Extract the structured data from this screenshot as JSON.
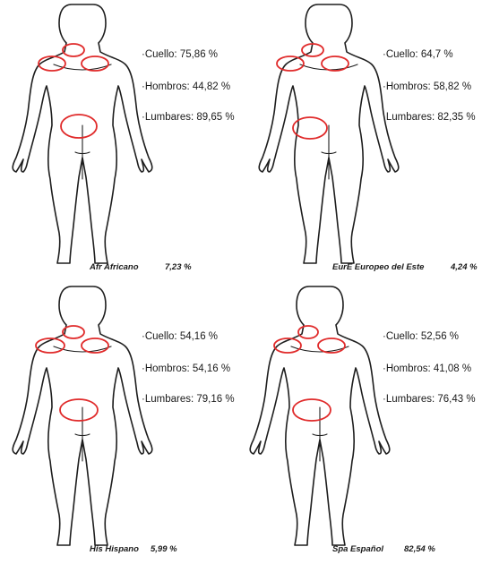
{
  "colors": {
    "zone_stroke": "#e02a2a",
    "figure_stroke": "#1e1e1e"
  },
  "panels": [
    {
      "stats": [
        "·Cuello: 75,86 %",
        "·Hombros: 44,82 %",
        "·Lumbares: 89,65 %"
      ],
      "caption_label": "Afr Africano",
      "caption_pct": "7,23 %"
    },
    {
      "stats": [
        "·Cuello: 64,7 %",
        "·Hombros: 58,82 %",
        "·Lumbares: 82,35 %"
      ],
      "caption_label": "EurE Europeo del Este",
      "caption_pct": "4,24 %"
    },
    {
      "stats": [
        "·Cuello:  54,16 %",
        "·Hombros: 54,16 %",
        "·Lumbares: 79,16 %"
      ],
      "caption_label": "His Hispano",
      "caption_pct": "5,99 %"
    },
    {
      "stats": [
        "·Cuello: 52,56 %",
        "·Hombros: 41,08 %",
        "·Lumbares: 76,43 %"
      ],
      "caption_label": "Spa Español",
      "caption_pct": "82,54 %"
    }
  ]
}
